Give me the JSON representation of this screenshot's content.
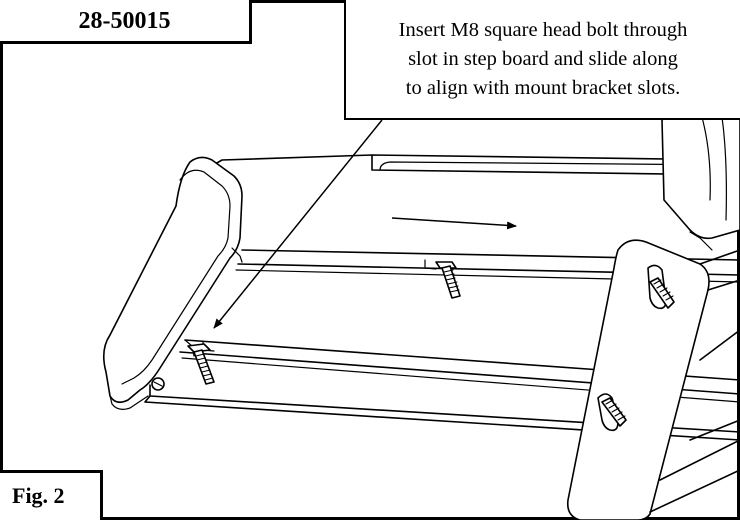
{
  "part_number": "28-50015",
  "instruction": {
    "lines": [
      "Insert M8 square head bolt through",
      "slot in step board and slide along",
      "to align with mount bracket slots."
    ]
  },
  "figure_label": "Fig. 2"
}
